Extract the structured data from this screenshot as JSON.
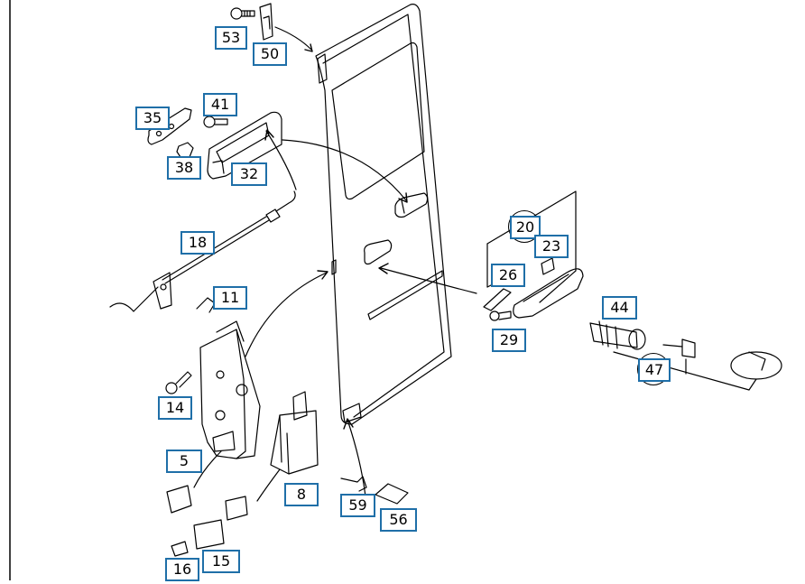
{
  "callouts": {
    "c53": "53",
    "c50": "50",
    "c35": "35",
    "c41": "41",
    "c38": "38",
    "c32": "32",
    "c18": "18",
    "c11": "11",
    "c14": "14",
    "c5": "5",
    "c8": "8",
    "c16": "16",
    "c15": "15",
    "c59": "59",
    "c56": "56",
    "c20": "20",
    "c23": "23",
    "c26": "26",
    "c29": "29",
    "c44": "44",
    "c47": "47"
  },
  "colors": {
    "callout_border": "#1f6fa8",
    "line": "#000000",
    "background": "#ffffff"
  }
}
